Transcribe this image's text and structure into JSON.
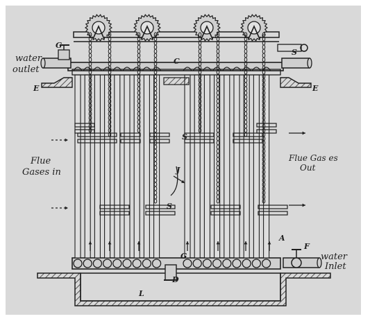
{
  "labels": {
    "water_outlet_1": "water",
    "water_outlet_2": "outlet",
    "water_inlet_1": "water",
    "water_inlet_2": "Inlet",
    "flue_in_1": "Flue",
    "flue_in_2": "Gases in",
    "flue_out_1": "Flue Gas es",
    "flue_out_2": "Out"
  },
  "letters": {
    "G_top": "G",
    "S_top": "S",
    "C": "C",
    "E_left": "E",
    "E_right": "E",
    "S_mid": "S",
    "J": "J",
    "S_low": "S",
    "A": "A",
    "F": "F",
    "G_bottom": "G",
    "D": "D",
    "L": "L"
  },
  "colors": {
    "background": "#d9d9d9",
    "ink": "#1e1e1e"
  }
}
